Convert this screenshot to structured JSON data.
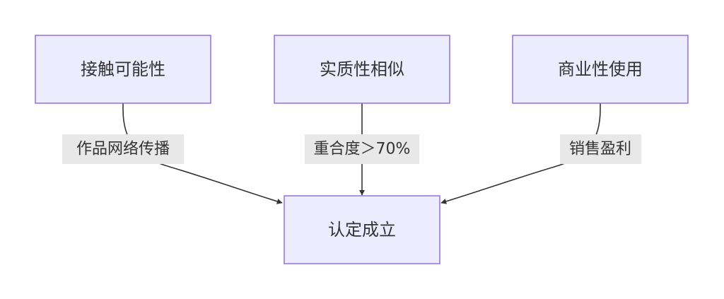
{
  "diagram": {
    "type": "flowchart",
    "direction": "top-down",
    "colors": {
      "node_fill": "#ECECFF",
      "node_stroke": "#9370DB",
      "edge": "#333333",
      "label_bg": "#E8E8E8",
      "text": "#333333"
    },
    "nodes": {
      "access": {
        "label": "接触可能性"
      },
      "similarity": {
        "label": "实质性相似"
      },
      "commercial": {
        "label": "商业性使用"
      },
      "established": {
        "label": "认定成立"
      }
    },
    "edges": {
      "access_to_established": {
        "from": "access",
        "to": "established",
        "label": "作品网络传播"
      },
      "similarity_to_established": {
        "from": "similarity",
        "to": "established",
        "label": "重合度＞70%"
      },
      "commercial_to_established": {
        "from": "commercial",
        "to": "established",
        "label": "销售盈利"
      }
    }
  }
}
